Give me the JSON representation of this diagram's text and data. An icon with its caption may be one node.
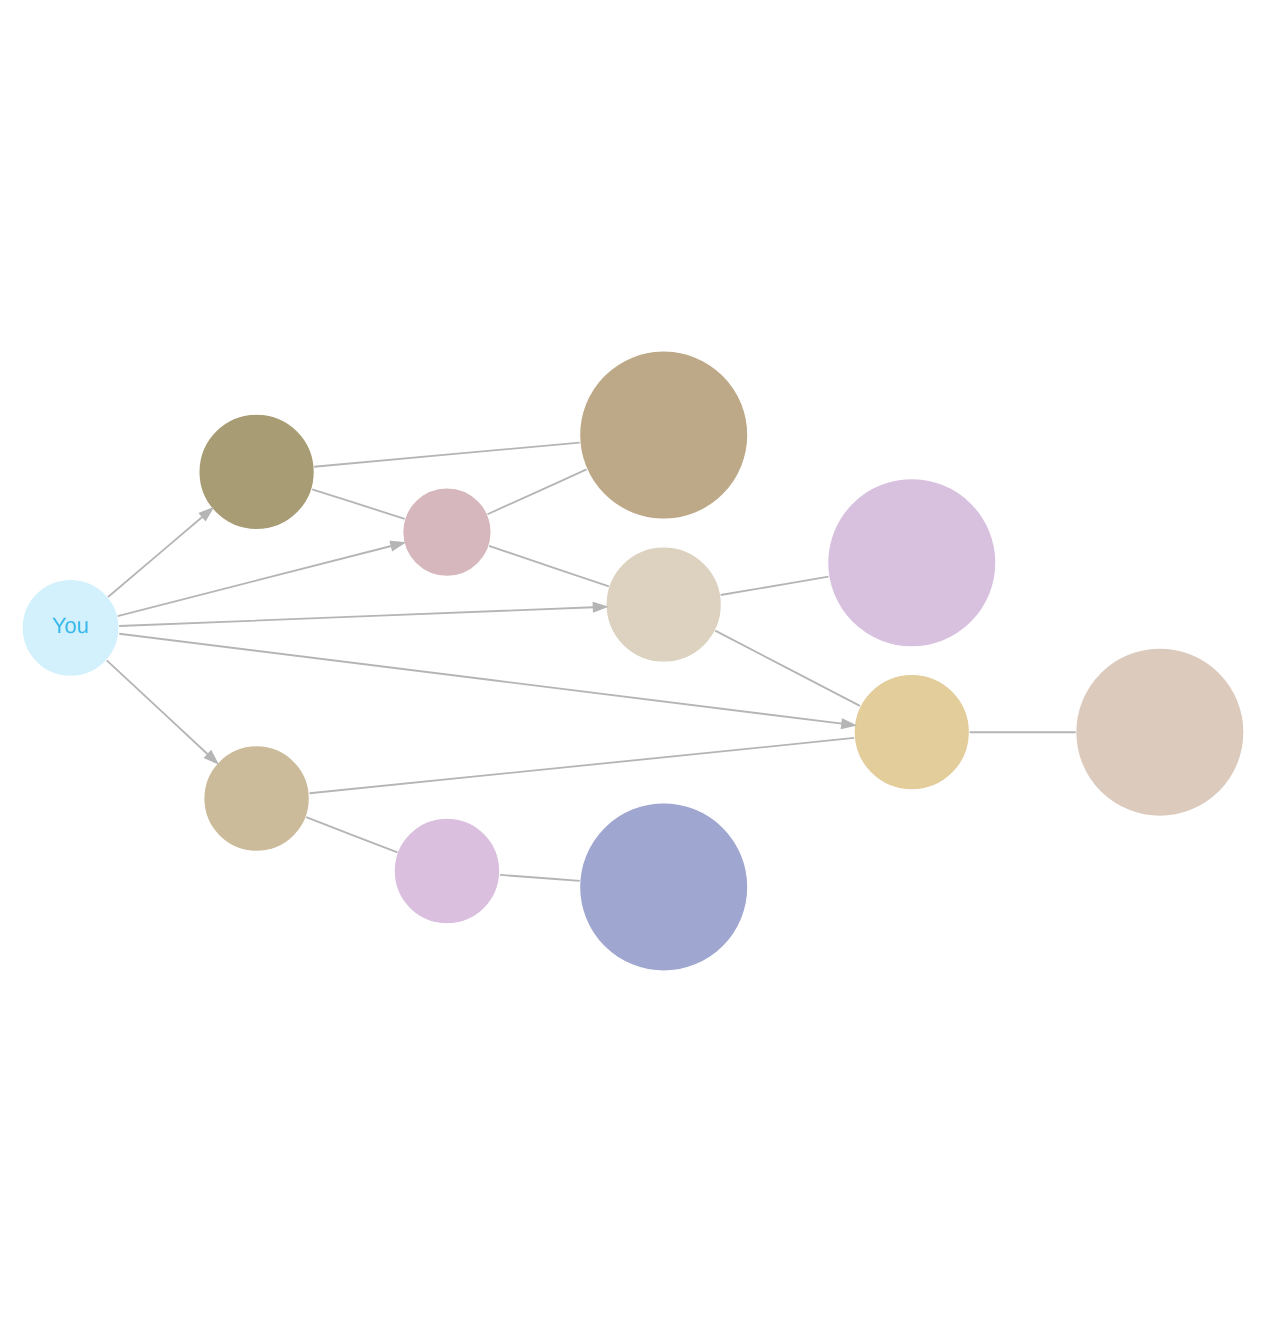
{
  "diagram": {
    "nodes": [
      {
        "text": [
          "You"
        ]
      },
      {
        "text": [],
        "shape": "circle"
      },
      {
        "text": [],
        "shape": "circle"
      },
      {
        "text": [],
        "shape": "circle"
      },
      {
        "text": [],
        "shape": "circle"
      },
      {
        "text": [],
        "shape": "circle"
      },
      {
        "text": [],
        "shape": "circle"
      },
      {
        "text": [],
        "shape": "circle"
      },
      {
        "text": [],
        "shape": "circle"
      },
      {
        "text": [],
        "shape": "circle"
      },
      {
        "text": [],
        "shape": "circle"
      }
    ],
    "edges": [
      {
        "from": 0,
        "to": 1,
        "arrow": "to"
      },
      {
        "from": 0,
        "to": 4,
        "arrow": "to"
      },
      {
        "from": 0,
        "to": 5,
        "arrow": "to"
      },
      {
        "from": 0,
        "to": 7,
        "arrow": "to"
      },
      {
        "from": 0,
        "to": 8,
        "arrow": "to"
      },
      {
        "from": 1,
        "to": 2,
        "arrow": "none"
      },
      {
        "from": 1,
        "to": 4,
        "arrow": "none"
      },
      {
        "from": 4,
        "to": 2,
        "arrow": "none"
      },
      {
        "from": 4,
        "to": 5,
        "arrow": "none"
      },
      {
        "from": 5,
        "to": 3,
        "arrow": "none"
      },
      {
        "from": 5,
        "to": 7,
        "arrow": "none"
      },
      {
        "from": 7,
        "to": 6,
        "arrow": "none"
      },
      {
        "from": 8,
        "to": 7,
        "arrow": "none"
      },
      {
        "from": 8,
        "to": 9,
        "arrow": "none"
      },
      {
        "from": 9,
        "to": 10,
        "arrow": "none"
      }
    ]
  }
}
